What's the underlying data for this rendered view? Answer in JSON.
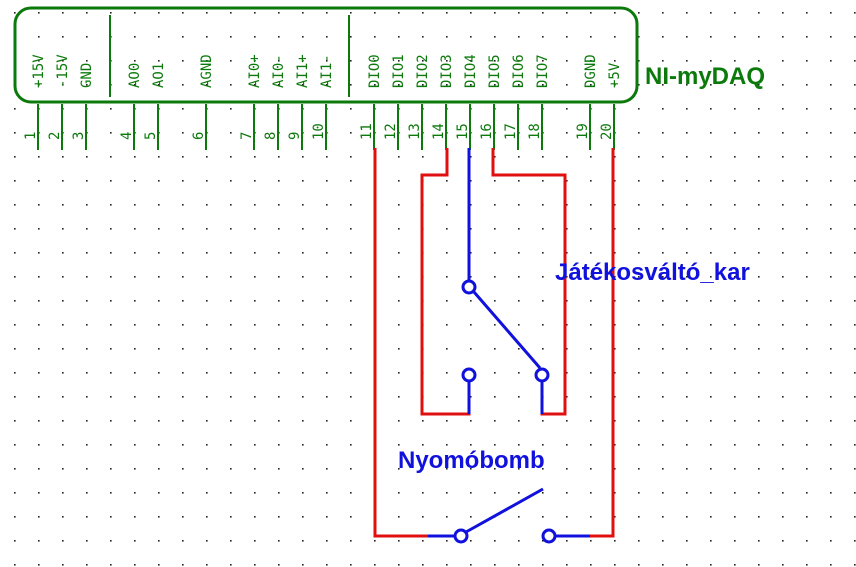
{
  "device": {
    "title": "NI-myDAQ",
    "pins": [
      {
        "num": "1",
        "label": "+15V"
      },
      {
        "num": "2",
        "label": "-15V"
      },
      {
        "num": "3",
        "label": "GND"
      },
      {
        "num": "4",
        "label": "AO0"
      },
      {
        "num": "5",
        "label": "AO1"
      },
      {
        "num": "6",
        "label": "AGND"
      },
      {
        "num": "7",
        "label": "AI0+"
      },
      {
        "num": "8",
        "label": "AI0-"
      },
      {
        "num": "9",
        "label": "AI1+"
      },
      {
        "num": "10",
        "label": "AI1-"
      },
      {
        "num": "11",
        "label": "DIO0"
      },
      {
        "num": "12",
        "label": "DIO1"
      },
      {
        "num": "13",
        "label": "DIO2"
      },
      {
        "num": "14",
        "label": "DIO3"
      },
      {
        "num": "15",
        "label": "DIO4"
      },
      {
        "num": "16",
        "label": "DIO5"
      },
      {
        "num": "17",
        "label": "DIO6"
      },
      {
        "num": "18",
        "label": "DIO7"
      },
      {
        "num": "19",
        "label": "DGND"
      },
      {
        "num": "20",
        "label": "+5V"
      }
    ]
  },
  "components": {
    "toggle_switch_label": "Játékosváltó_kar",
    "push_button_label": "Nyomóbomb"
  },
  "colors": {
    "device": "#0b7a0b",
    "wire": "#e01010",
    "component": "#1111dd",
    "grid_dot": "#222222"
  }
}
